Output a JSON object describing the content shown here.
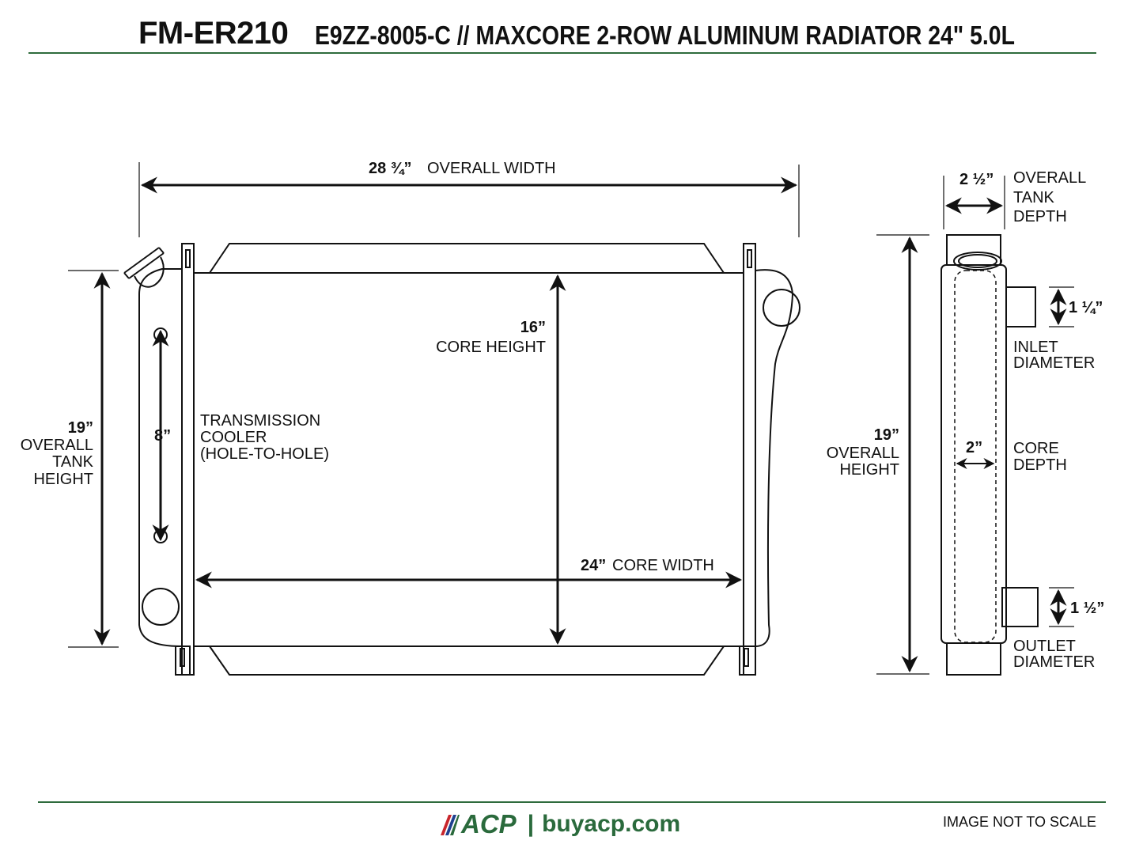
{
  "header": {
    "part_number": "FM-ER210",
    "oem_and_title": "E9ZZ-8005-C  //  MAXCORE 2-ROW ALUMINUM RADIATOR 24\" 5.0L"
  },
  "front_view": {
    "overall_width_value": "28 ¾”",
    "overall_width_label": "OVERALL WIDTH",
    "tank_height_value": "19”",
    "tank_height_label_1": "OVERALL",
    "tank_height_label_2": "TANK",
    "tank_height_label_3": "HEIGHT",
    "core_height_value": "16”",
    "core_height_label": "CORE HEIGHT",
    "cooler_value": "8”",
    "cooler_label_1": "TRANSMISSION",
    "cooler_label_2": "COOLER",
    "cooler_label_3": "(HOLE-TO-HOLE)",
    "core_width_value": "24”",
    "core_width_label": "CORE WIDTH"
  },
  "side_view": {
    "tank_depth_value": "2 ½”",
    "tank_depth_label_1": "OVERALL",
    "tank_depth_label_2": "TANK",
    "tank_depth_label_3": "DEPTH",
    "overall_height_value": "19”",
    "overall_height_label_1": "OVERALL",
    "overall_height_label_2": "HEIGHT",
    "inlet_value": "1 ¼”",
    "inlet_label_1": "INLET",
    "inlet_label_2": "DIAMETER",
    "core_depth_value": "2”",
    "core_depth_label_1": "CORE",
    "core_depth_label_2": "DEPTH",
    "outlet_value": "1 ½”",
    "outlet_label_1": "OUTLET",
    "outlet_label_2": "DIAMETER"
  },
  "footer": {
    "logo_text": "ACP",
    "separator": "|",
    "website": "buyacp.com",
    "scale_note": "IMAGE NOT TO SCALE"
  },
  "colors": {
    "brand_green": "#2a6a3c",
    "brand_blue": "#1f3f8f",
    "brand_red": "#c8262c",
    "line": "#111111"
  }
}
